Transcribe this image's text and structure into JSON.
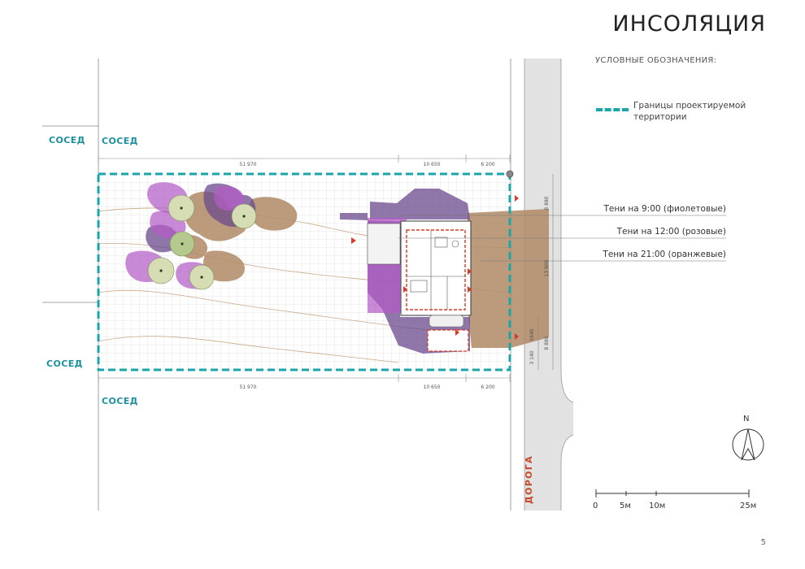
{
  "title": "ИНСОЛЯЦИЯ",
  "legend": {
    "heading": "УСЛОВНЫЕ ОБОЗНАЧЕНИЯ:",
    "boundary_label": "Границы проектируемой территории",
    "boundary_color": "#1aa6a8"
  },
  "neighbors": {
    "left_top": "СОСЕД",
    "top": "СОСЕД",
    "left_bottom": "СОСЕД",
    "bottom": "СОСЕД"
  },
  "shadows": {
    "morning": "Тени  на 9:00 (фиолетовые)",
    "noon": "Тени  на 12:00 (розовые)",
    "evening": "Тени  на 21:00 (оранжевые)",
    "morning_color": "#6b4a8c",
    "noon_color": "#b35cc6",
    "evening_color": "#b08a66"
  },
  "dimensions": {
    "top": [
      "51 970",
      "10 650",
      "6 200"
    ],
    "bottom": [
      "51 970",
      "10 650",
      "6 200"
    ],
    "right_upper": [
      "8 880",
      "13 900"
    ],
    "right_lower": [
      "8 880",
      "5840",
      "3 140"
    ]
  },
  "road_label": "ДОРОГА",
  "north_label": "N",
  "scale": [
    "0",
    "5м",
    "10м",
    "25м"
  ],
  "page_number": "5"
}
